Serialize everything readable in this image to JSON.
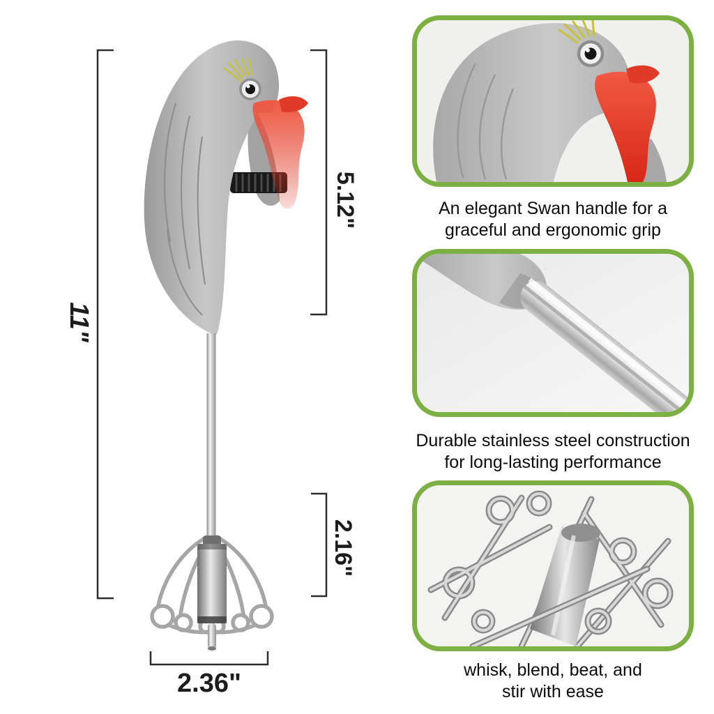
{
  "page": {
    "type": "product-feature-infographic",
    "background": "#ffffff"
  },
  "colors": {
    "accent_green_border": "#7cb043",
    "beak_red": "#e23a28",
    "swan_gray": "#b2b2b2",
    "steel_gray": "#c9c9c9",
    "dimension_line": "#2e2e2e",
    "text": "#0b0b0b",
    "callout_photo_bg": "#f0f0ee"
  },
  "illustration": {
    "subject": "swan-shaped-semi-automatic-whisk",
    "parts": [
      "swan-head-handle",
      "red-beak",
      "ratchet-gear",
      "stainless-steel-shaft",
      "whisk-head"
    ]
  },
  "dimensions": {
    "total_height_label": "11\"",
    "handle_length_label": "5.12\"",
    "whisk_height_label": "2.16\"",
    "whisk_width_label": "2.36\""
  },
  "callouts": [
    {
      "image_name": "swan-head-closeup-photo",
      "caption_line1": "An elegant Swan handle for a",
      "caption_line2": "graceful and ergonomic grip"
    },
    {
      "image_name": "stainless-steel-shaft-closeup-photo",
      "caption_line1": "Durable stainless steel construction",
      "caption_line2": "for long-lasting performance"
    },
    {
      "image_name": "whisk-wires-closeup-photo",
      "caption_line1": "whisk, blend, beat, and",
      "caption_line2": "stir with ease"
    }
  ]
}
